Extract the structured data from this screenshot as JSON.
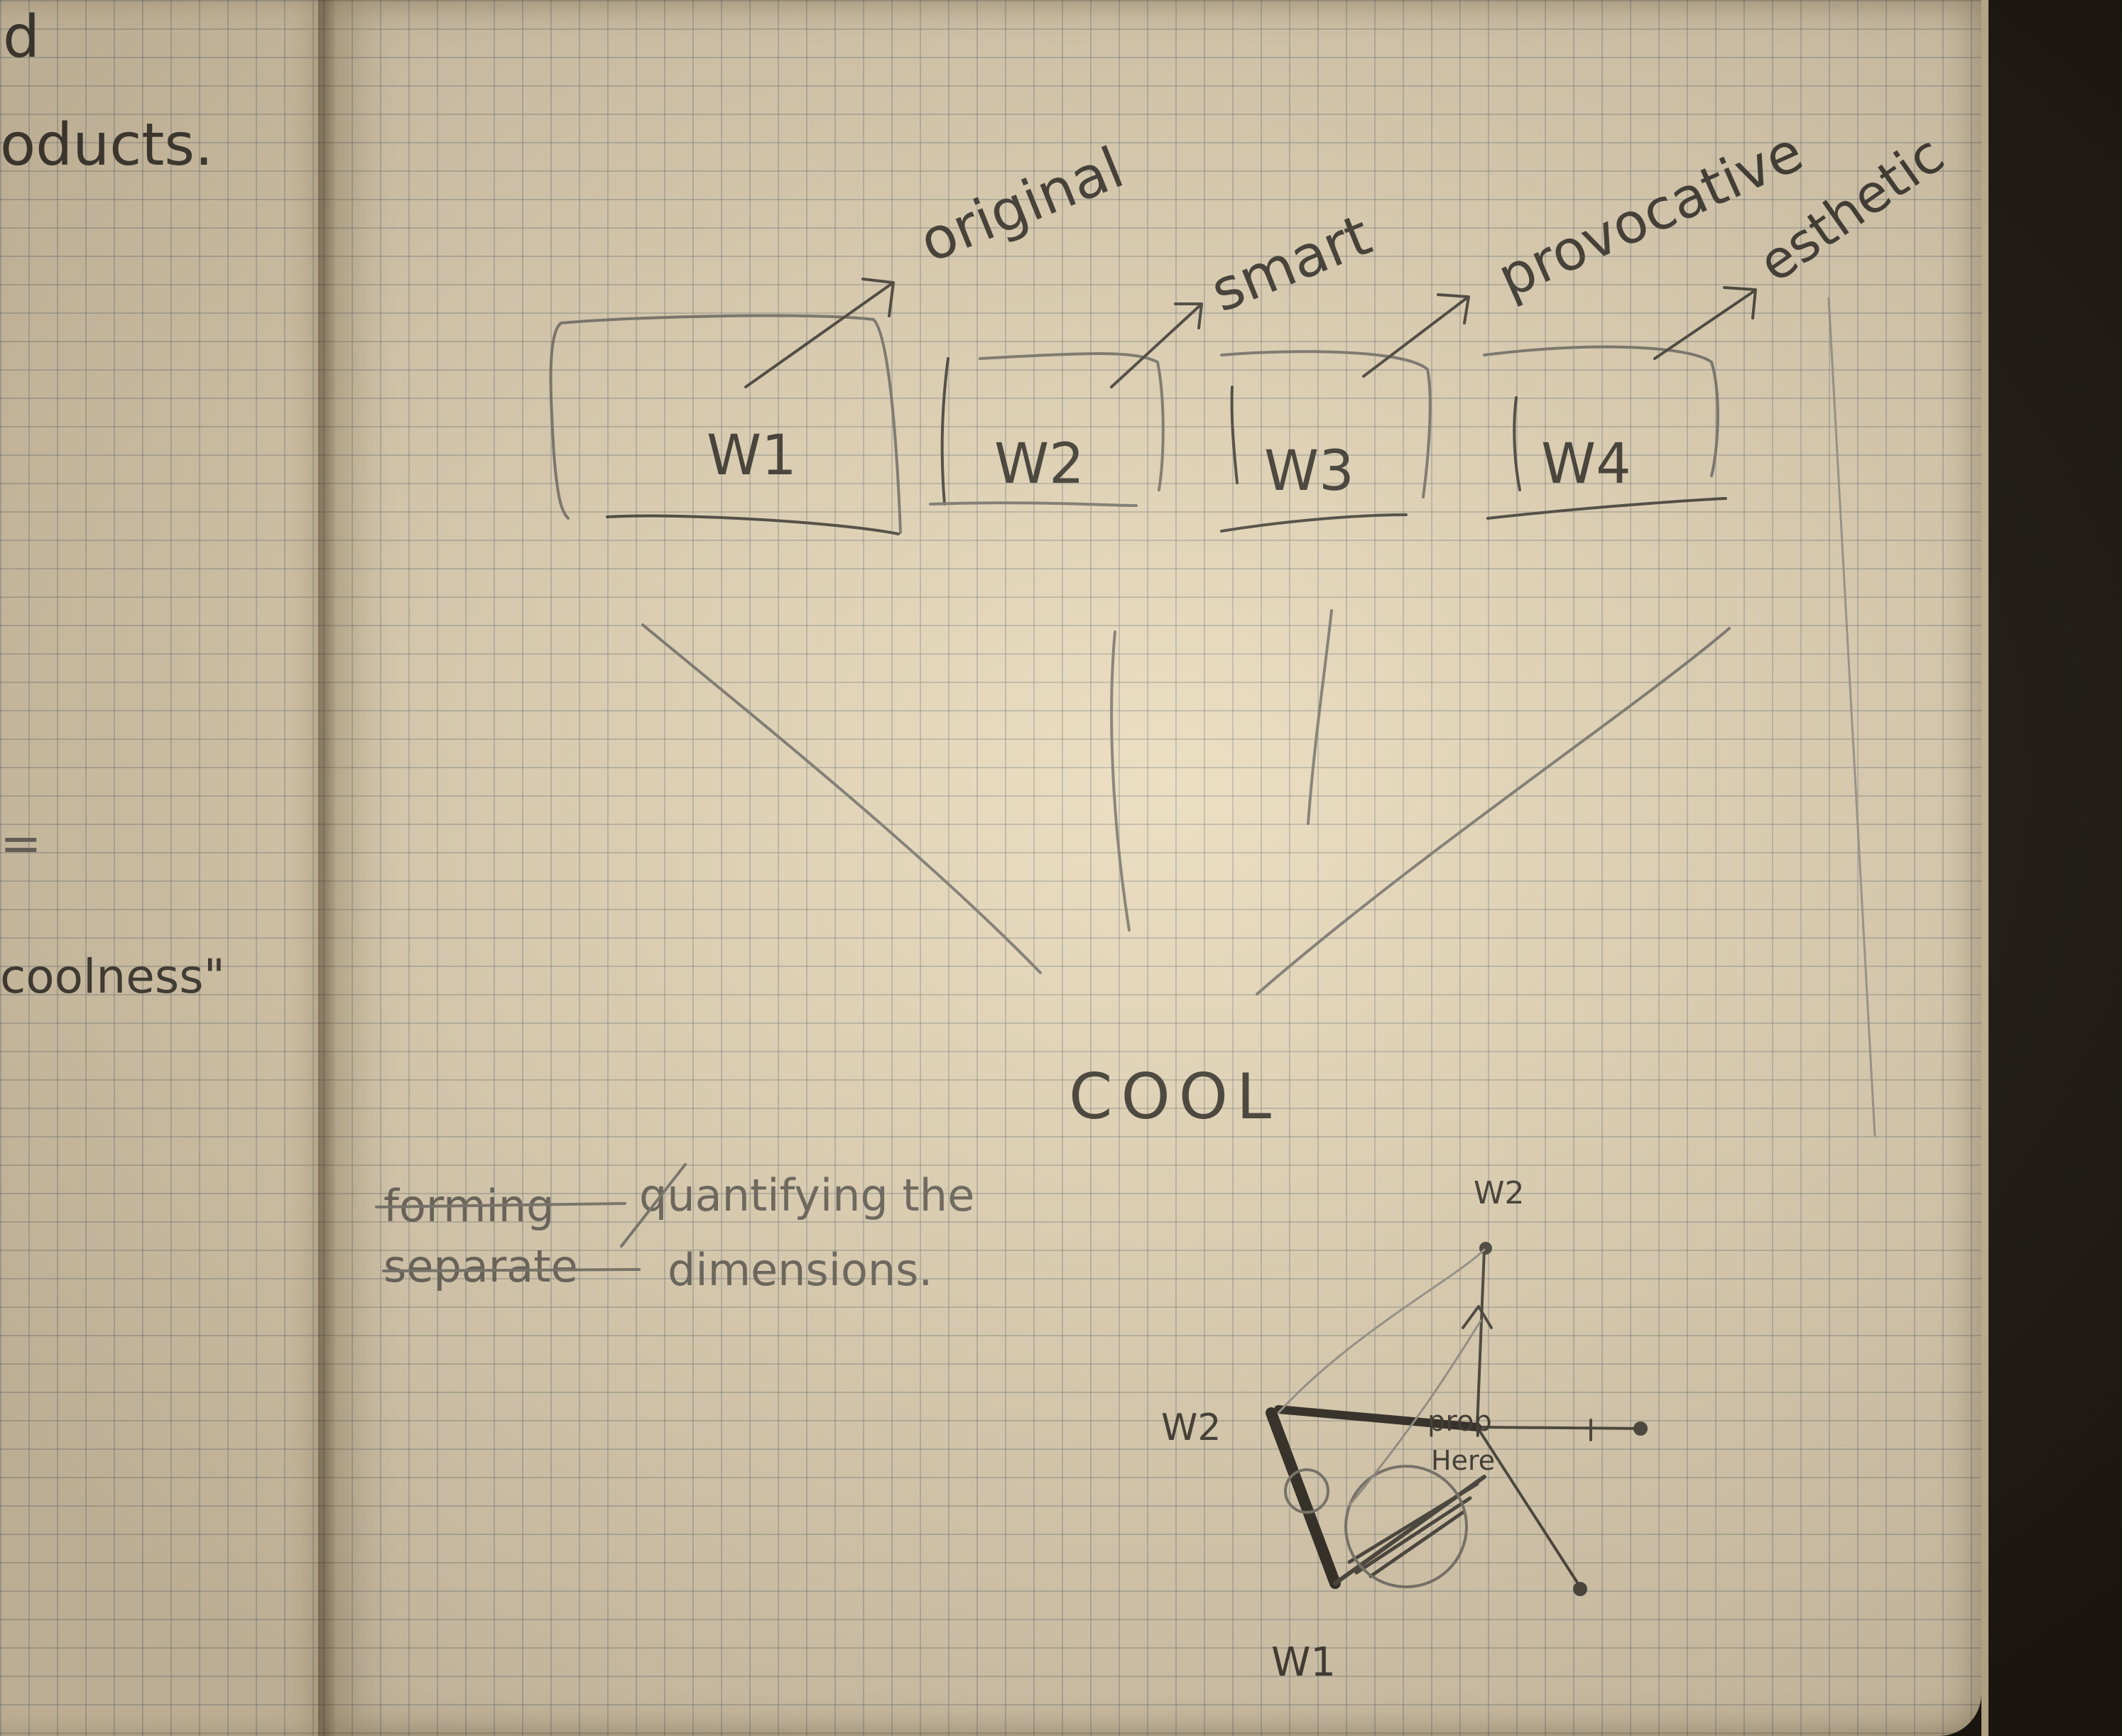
{
  "left_page": {
    "fragment_1": "d",
    "fragment_2": "oducts.",
    "fragment_3": "=",
    "fragment_4": "coolness\""
  },
  "words": [
    {
      "box": "W1",
      "label": "original"
    },
    {
      "box": "W2",
      "label": "smart"
    },
    {
      "box": "W3",
      "label": "provocative"
    },
    {
      "box": "W4",
      "label": "esthetic"
    }
  ],
  "result": "COOL",
  "note": {
    "struck": "forming",
    "line1": "quantifying the",
    "struck2": "separate",
    "line2": "dimensions."
  },
  "axes_sketch": {
    "top_label": "W2",
    "left_label": "W2",
    "bottom_label": "W1",
    "point_label": "prop",
    "point_label_2": "Here"
  },
  "colors": {
    "paper": "#e9dcc0",
    "grid": "#5f6e78",
    "pencil": "#4a4740",
    "pencil_light": "#7d7a72"
  }
}
